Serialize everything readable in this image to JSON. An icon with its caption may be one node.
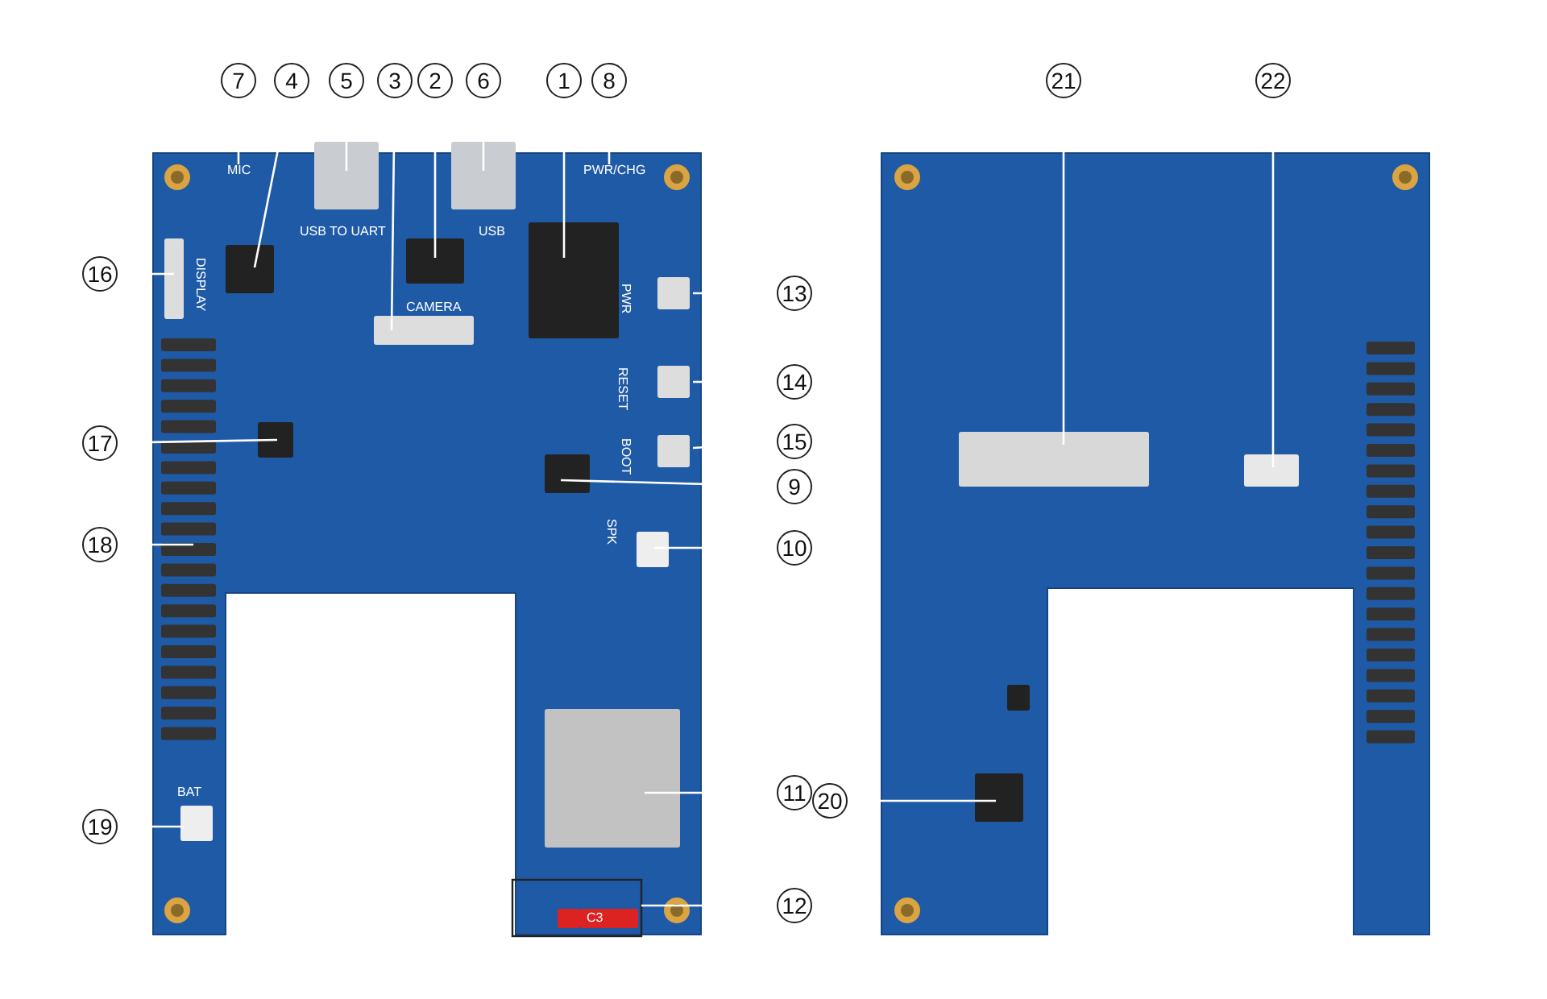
{
  "diagram": {
    "nodes": [
      {
        "text": [
          "1"
        ]
      },
      {
        "text": [
          "2"
        ]
      },
      {
        "text": [
          "3"
        ]
      },
      {
        "text": [
          "4"
        ]
      },
      {
        "text": [
          "5"
        ]
      },
      {
        "text": [
          "6"
        ]
      },
      {
        "text": [
          "7"
        ]
      },
      {
        "text": [
          "8"
        ]
      },
      {
        "text": [
          "9"
        ]
      },
      {
        "text": [
          "10"
        ]
      },
      {
        "text": [
          "11"
        ]
      },
      {
        "text": [
          "12"
        ]
      },
      {
        "text": [
          "13"
        ]
      },
      {
        "text": [
          "14"
        ]
      },
      {
        "text": [
          "15"
        ]
      },
      {
        "text": [
          "16"
        ]
      },
      {
        "text": [
          "17"
        ]
      },
      {
        "text": [
          "18"
        ]
      },
      {
        "text": [
          "19"
        ]
      },
      {
        "text": [
          "20"
        ]
      },
      {
        "text": [
          "21"
        ]
      },
      {
        "text": [
          "22"
        ]
      },
      {
        "text": [],
        "shape": "box"
      },
      {
        "text": [
          "MIC"
        ]
      },
      {
        "text": [
          "PWR/CHG"
        ]
      }
    ],
    "edges": [
      {
        "from": 0,
        "to": null,
        "arrow": "none"
      },
      {
        "from": 1,
        "to": null,
        "arrow": "none"
      },
      {
        "from": 2,
        "to": null,
        "arrow": "none"
      },
      {
        "from": 3,
        "to": null,
        "arrow": "none"
      },
      {
        "from": 4,
        "to": null,
        "arrow": "none"
      },
      {
        "from": 5,
        "to": null,
        "arrow": "none"
      },
      {
        "from": 6,
        "to": 23,
        "arrow": "none"
      },
      {
        "from": 7,
        "to": 24,
        "arrow": "none"
      },
      {
        "from": 8,
        "to": null,
        "arrow": "none"
      },
      {
        "from": 9,
        "to": null,
        "arrow": "none"
      },
      {
        "from": 10,
        "to": null,
        "arrow": "none"
      },
      {
        "from": 11,
        "to": 22,
        "arrow": "none"
      },
      {
        "from": 12,
        "to": null,
        "arrow": "none"
      },
      {
        "from": 13,
        "to": null,
        "arrow": "none"
      },
      {
        "from": 14,
        "to": null,
        "arrow": "none"
      },
      {
        "from": 15,
        "to": null,
        "arrow": "none"
      },
      {
        "from": 16,
        "to": null,
        "arrow": "none"
      },
      {
        "from": 17,
        "to": null,
        "arrow": "none"
      },
      {
        "from": 18,
        "to": null,
        "arrow": "none"
      },
      {
        "from": 19,
        "to": null,
        "arrow": "none"
      },
      {
        "from": 20,
        "to": null,
        "arrow": "none"
      },
      {
        "from": 21,
        "to": null,
        "arrow": "none"
      }
    ],
    "labels": [
      "USB TO UART",
      "USB",
      "DISPLAY",
      "CAMERA",
      "PWR",
      "RESET",
      "BOOT",
      "SPK",
      "BAT",
      "C3"
    ]
  }
}
